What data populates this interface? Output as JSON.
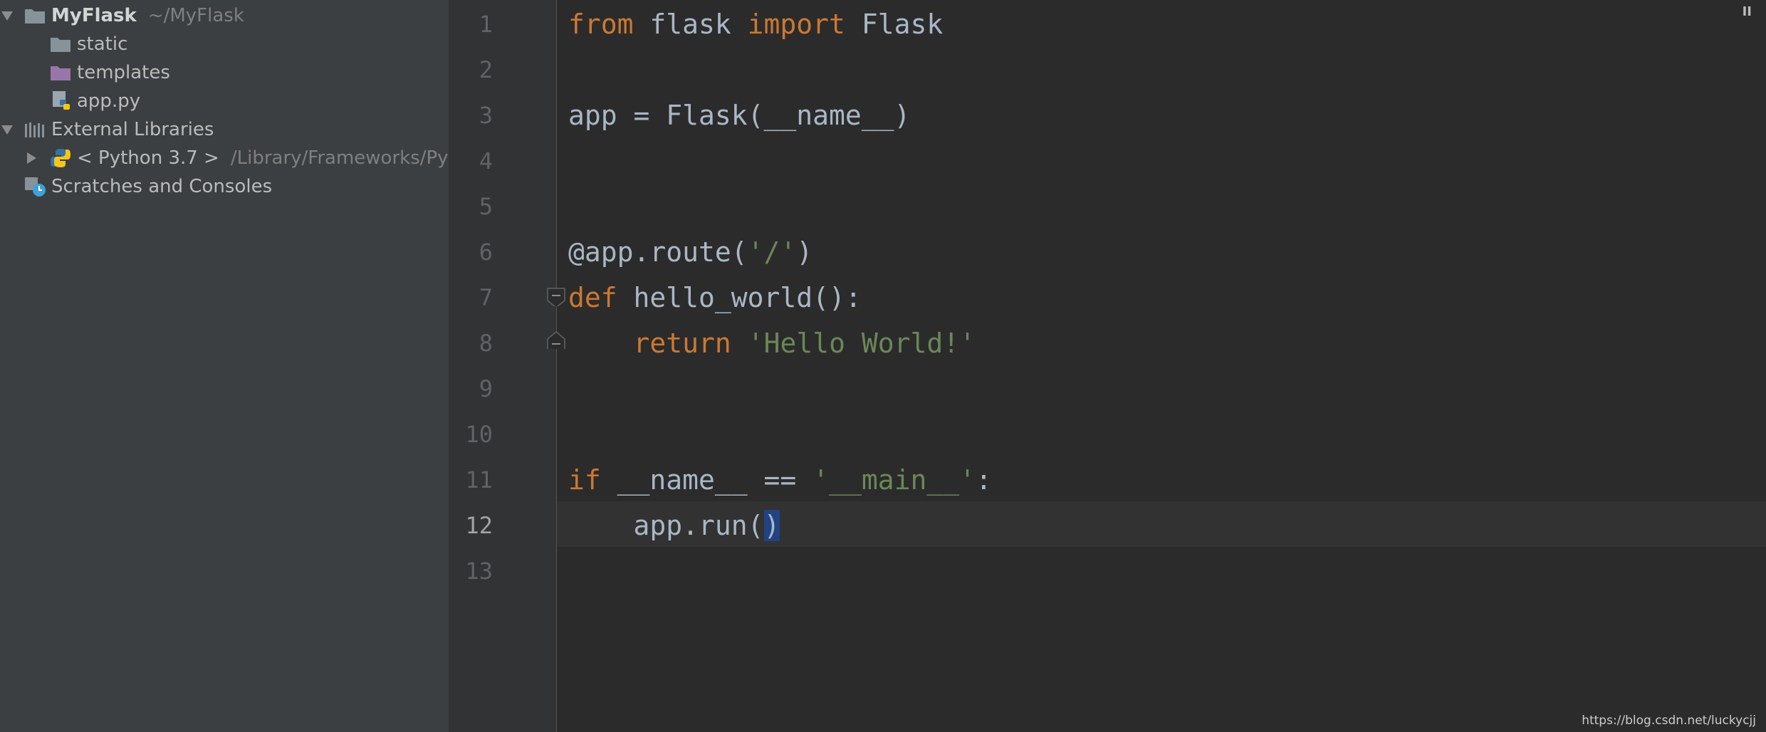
{
  "project_tree": {
    "root": {
      "name": "MyFlask",
      "path": "~/MyFlask",
      "icon": "folder-icon"
    },
    "children": [
      {
        "name": "static",
        "icon": "folder-icon"
      },
      {
        "name": "templates",
        "icon": "folder-templates-icon"
      },
      {
        "name": "app.py",
        "icon": "python-file-icon"
      }
    ],
    "external_libraries": {
      "label": "External Libraries",
      "python": {
        "name": "< Python 3.7 >",
        "path": "/Library/Frameworks/Pytho"
      }
    },
    "scratches": "Scratches and Consoles"
  },
  "editor": {
    "line_numbers": [
      "1",
      "2",
      "3",
      "4",
      "5",
      "6",
      "7",
      "8",
      "9",
      "10",
      "11",
      "12",
      "13"
    ],
    "current_line": "12",
    "lines": {
      "l1": {
        "k1": "from",
        "t1": " flask ",
        "k2": "import",
        "t2": " Flask"
      },
      "l3": {
        "t1": "app = Flask(__name__)"
      },
      "l6": {
        "t1": "@app.route(",
        "s1": "'/'",
        "t2": ")"
      },
      "l7": {
        "k1": "def",
        "t1": " hello_world():"
      },
      "l8": {
        "indent": "    ",
        "k1": "return",
        "sp": " ",
        "s1": "'Hello World!'"
      },
      "l11": {
        "k1": "if",
        "t1": " __name__ == ",
        "s1": "'__main__'",
        "t2": ":"
      },
      "l12": {
        "indent": "    ",
        "t1": "app.run(",
        "b1": ")"
      }
    },
    "colors": {
      "keyword": "#cc7832",
      "string": "#6a8759",
      "text": "#a9b7c6",
      "brace_match": "#214283"
    }
  },
  "watermark": "https://blog.csdn.net/luckycjj",
  "pause_glyph": "II"
}
